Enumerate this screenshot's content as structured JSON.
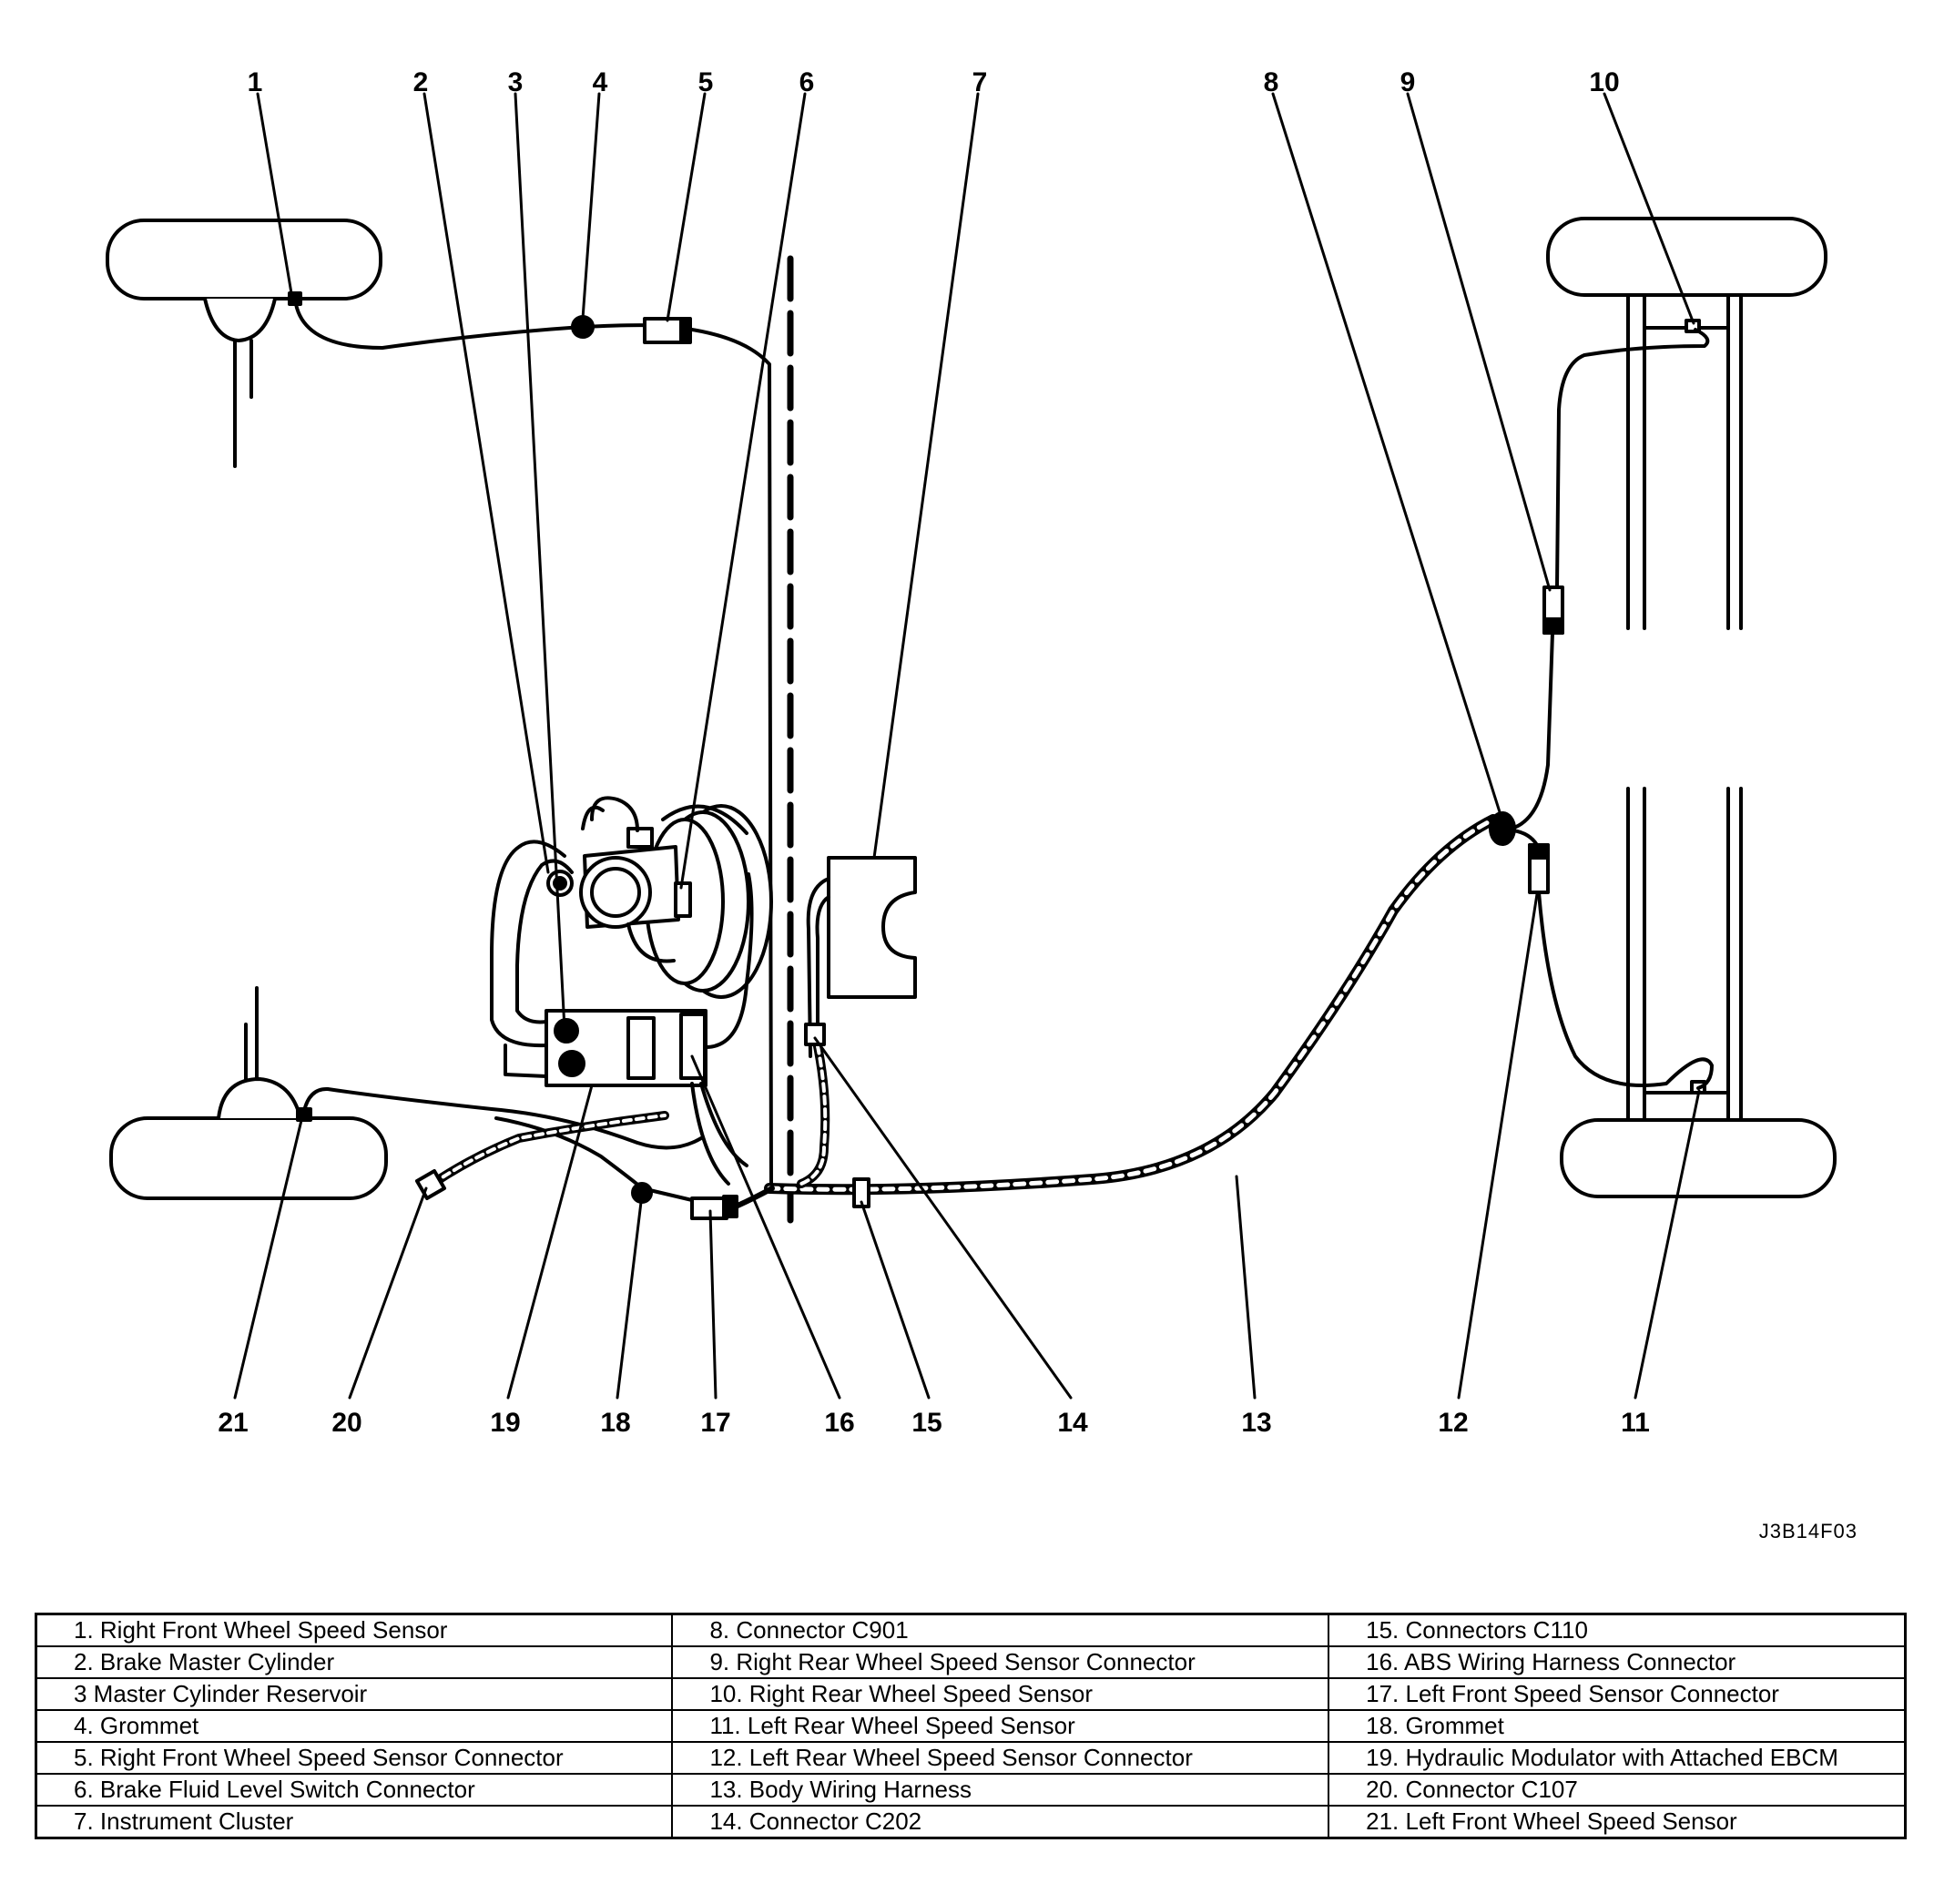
{
  "figure_id": "J3B14F03",
  "callouts": [
    "1",
    "2",
    "3",
    "4",
    "5",
    "6",
    "7",
    "8",
    "9",
    "10",
    "11",
    "12",
    "13",
    "14",
    "15",
    "16",
    "17",
    "18",
    "19",
    "20",
    "21"
  ],
  "legend": {
    "rows": [
      [
        "1.  Right Front Wheel Speed Sensor",
        "8.  Connector C901",
        "15.  Connectors C110"
      ],
      [
        "2.  Brake Master Cylinder",
        "9.  Right Rear Wheel Speed Sensor Connector",
        "16.  ABS Wiring Harness Connector"
      ],
      [
        "3   Master Cylinder Reservoir",
        "10.  Right Rear Wheel Speed Sensor",
        "17.  Left Front Speed Sensor Connector"
      ],
      [
        "4.  Grommet",
        "11.  Left Rear Wheel Speed Sensor",
        "18.  Grommet"
      ],
      [
        "5.  Right Front Wheel Speed Sensor Connector",
        "12.  Left Rear Wheel Speed Sensor Connector",
        "19.  Hydraulic Modulator with Attached EBCM"
      ],
      [
        "6.  Brake Fluid Level Switch Connector",
        "13.  Body Wiring Harness",
        "20.  Connector C107"
      ],
      [
        "7.  Instrument Cluster",
        "14.  Connector C202",
        "21.  Left Front Wheel Speed Sensor"
      ]
    ]
  }
}
